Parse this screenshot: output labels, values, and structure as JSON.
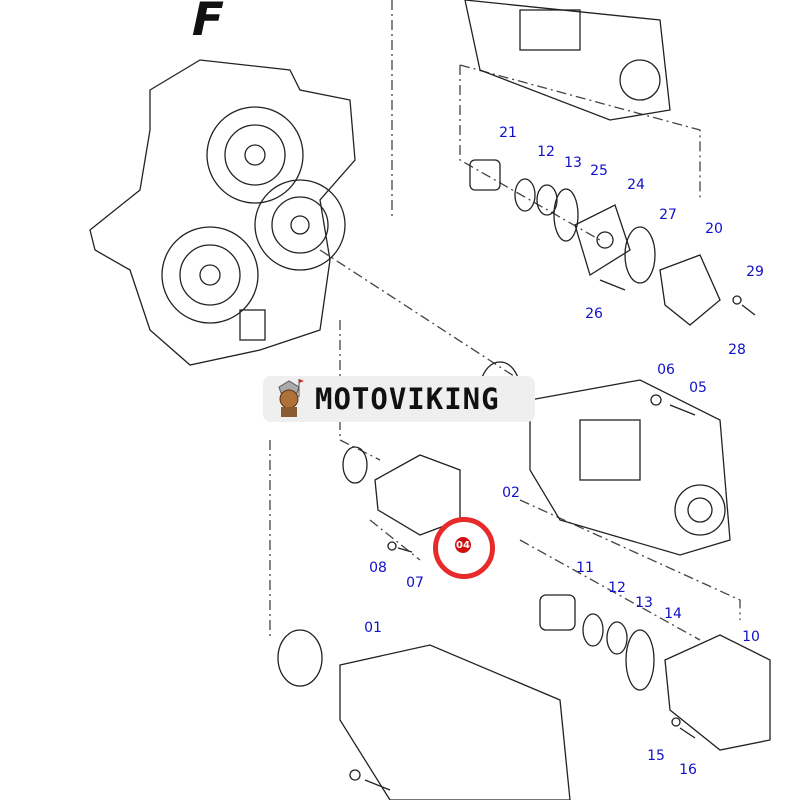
{
  "title_fragment": "F",
  "watermark": {
    "text": "MOTOVIKING"
  },
  "highlight": {
    "label": "04",
    "color": "#e82a2a"
  },
  "part_labels": {
    "p21": "21",
    "p12a": "12",
    "p13a": "13",
    "p25": "25",
    "p24": "24",
    "p27": "27",
    "p20": "20",
    "p29": "29",
    "p26": "26",
    "p28": "28",
    "p06": "06",
    "p05": "05",
    "p02": "02",
    "p08": "08",
    "p07": "07",
    "p11": "11",
    "p12b": "12",
    "p13b": "13",
    "p14": "14",
    "p10": "10",
    "p01": "01",
    "p15": "15",
    "p16": "16"
  },
  "colors": {
    "label": "#1010c8",
    "line": "#222222"
  }
}
